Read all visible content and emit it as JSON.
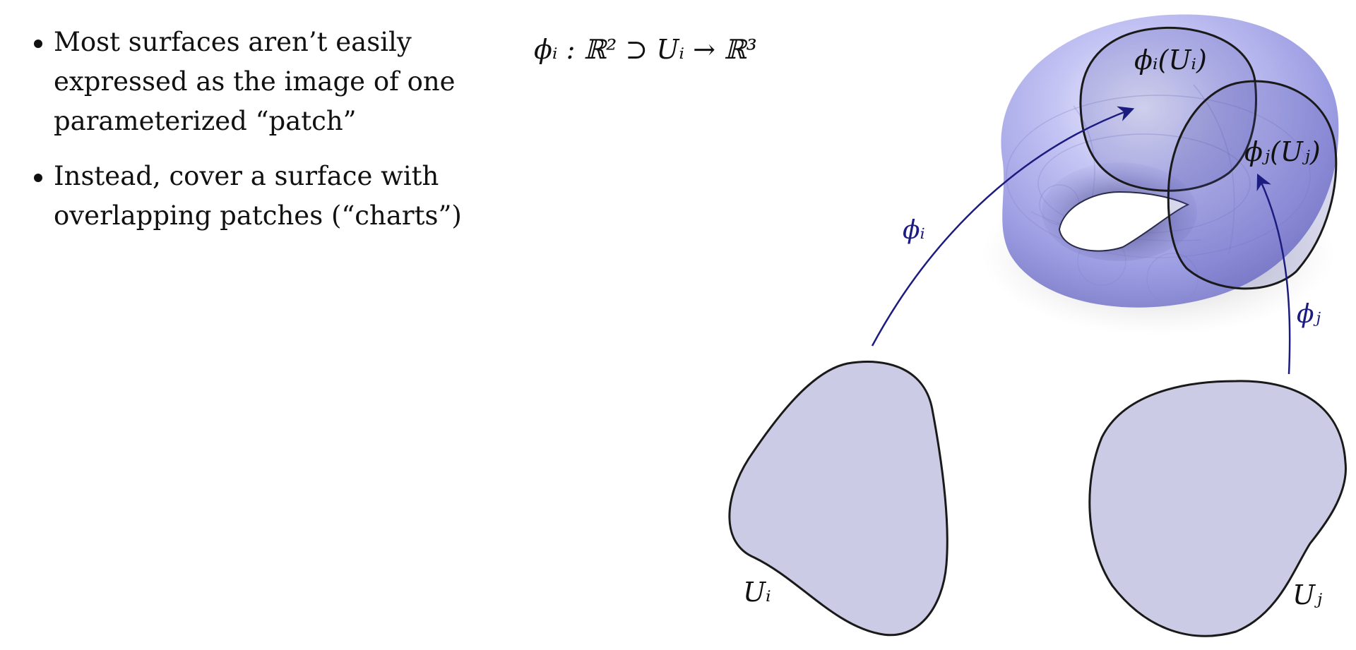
{
  "bullets": [
    "Most surfaces aren’t easily expressed as the image of one parameterized “patch”",
    "Instead, cover a surface with overlapping patches (“charts”)"
  ],
  "equation": "ϕᵢ : ℝ² ⊃ Uᵢ → ℝ³",
  "labels": {
    "image_i": "ϕᵢ(Uᵢ)",
    "image_j": "ϕⱼ(Uⱼ)",
    "map_i": "ϕᵢ",
    "map_j": "ϕⱼ",
    "domain_i": "Uᵢ",
    "domain_j": "Uⱼ"
  },
  "colors": {
    "patch_fill": "#cbcbe6",
    "surface": "#a8a8f0",
    "arrow": "#1c1c80",
    "outline": "#1a1a1a"
  }
}
